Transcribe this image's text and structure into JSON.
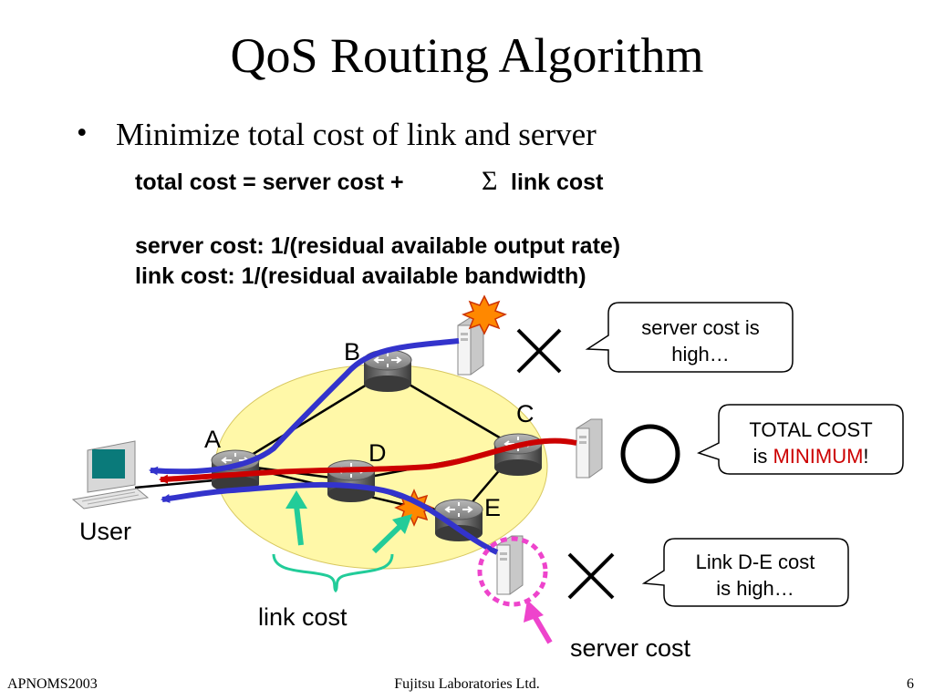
{
  "slide": {
    "title": "QoS Routing Algorithm",
    "bullet": "Minimize total cost of link and server",
    "formula_line1_left": "total cost = server cost +",
    "sigma_symbol": "Σ",
    "formula_line1_right": "link cost",
    "formula_line2": "server cost: 1/(residual available output rate)",
    "formula_line3": "link cost: 1/(residual available bandwidth)"
  },
  "diagram": {
    "nodes": {
      "A": "A",
      "B": "B",
      "C": "C",
      "D": "D",
      "E": "E"
    },
    "user_label": "User",
    "link_cost_label": "link cost",
    "server_cost_label": "server cost",
    "callouts": {
      "top_line1": "server cost is",
      "top_line2": "high…",
      "middle_line1": "TOTAL COST",
      "middle_line2_prefix": "is ",
      "middle_line2_highlight": "MINIMUM",
      "middle_line2_suffix": "!",
      "bottom_line1": "Link D-E cost",
      "bottom_line2": "is high…"
    },
    "colors": {
      "cloud": "#fff8a8",
      "path_blue": "#3333cc",
      "path_red": "#cc0000",
      "arrow_green": "#22cc99",
      "arrow_magenta": "#ee44cc",
      "burst": "#ff8800",
      "highlight_red": "#cc0000"
    }
  },
  "footer": {
    "left": "APNOMS2003",
    "center": "Fujitsu Laboratories Ltd.",
    "right": "6"
  }
}
